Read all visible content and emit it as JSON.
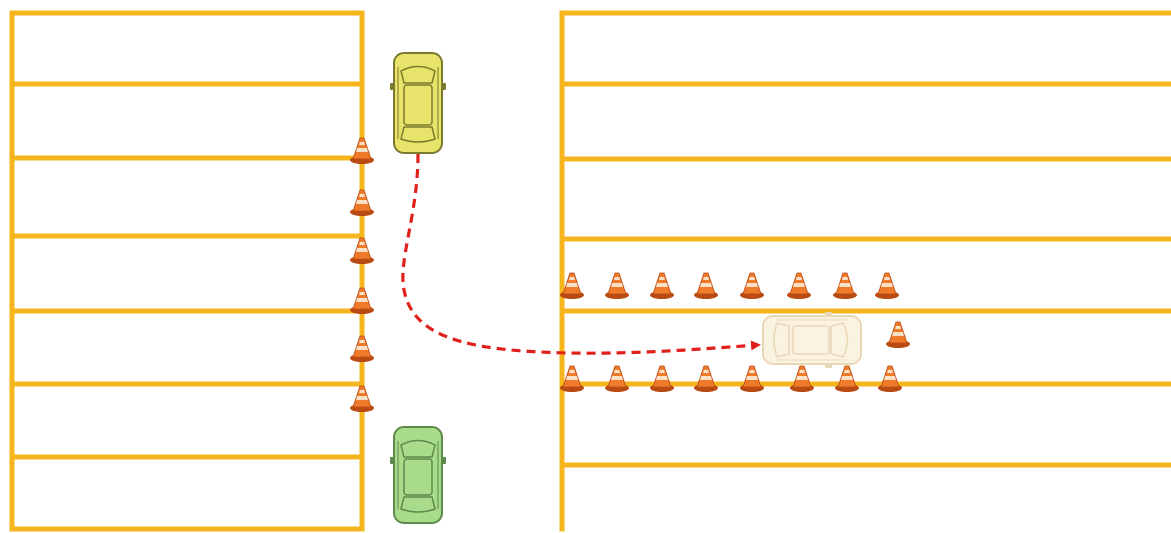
{
  "colors": {
    "background": "#ffffff",
    "line_marking": "#f6b51c",
    "cone_body": "#ef7a2a",
    "cone_dark": "#b84a12",
    "cone_stripe": "#fbe0c8",
    "path_arrow": "#e0201b",
    "car_start_fill": "#e8e36a",
    "car_start_outline": "#7c7a2e",
    "car_waiting_fill": "#a8dc8a",
    "car_waiting_outline": "#5d8a4a",
    "car_target_fill": "#fbf3e2",
    "car_target_outline": "#e9d8b6"
  },
  "scene": {
    "left_lot": {
      "orientation": "horizontal-stalls",
      "stall_count": 7
    },
    "right_lot": {
      "orientation": "horizontal-stalls",
      "stall_count": 6
    },
    "aisle": "vertical-driving-lane",
    "cars": [
      {
        "role": "moving-car",
        "icon": "car-top-view-icon",
        "color": "yellow"
      },
      {
        "role": "parked-car",
        "icon": "car-top-view-icon",
        "color": "green"
      },
      {
        "role": "target-ghost-car",
        "icon": "car-top-view-icon",
        "color": "faded-beige"
      }
    ],
    "cones": {
      "icon": "traffic-cone-icon",
      "left_edge_count": 6,
      "right_upper_row_count": 8,
      "right_lower_row_count": 8,
      "end_cone_count": 1
    },
    "path": {
      "style": "dashed",
      "icon": "arrow-head-icon",
      "description": "turn"
    }
  }
}
